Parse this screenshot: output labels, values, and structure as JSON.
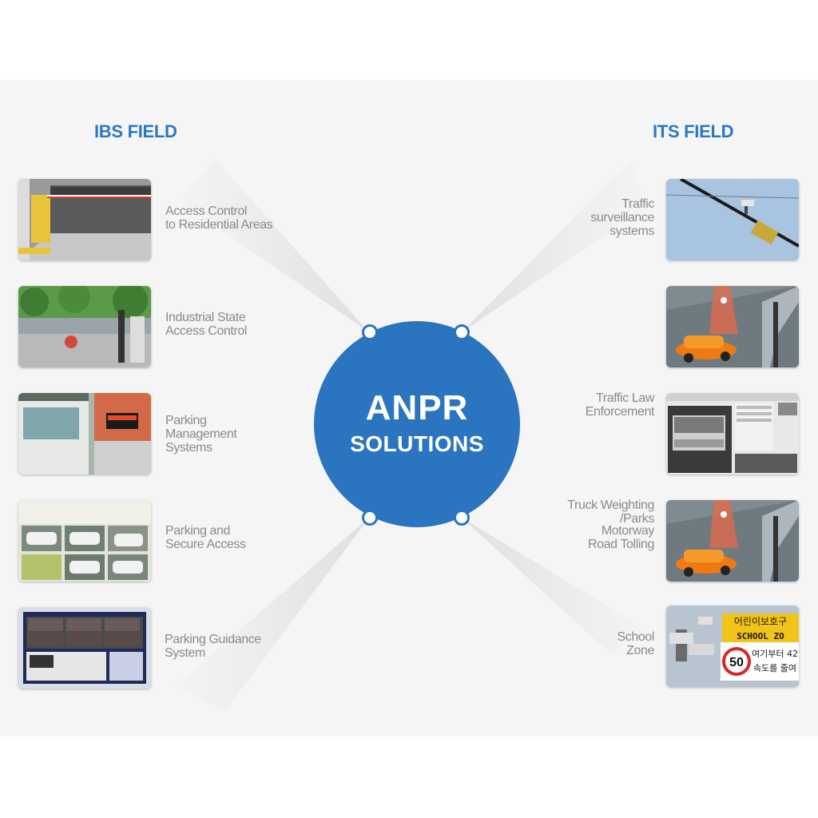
{
  "ibs_field": {
    "title": "IBS FIELD",
    "items": [
      {
        "label": "Access Control\nto Residential Areas",
        "image": "parking-barrier-gate-photo"
      },
      {
        "label": "Industrial State\nAccess Control",
        "image": "industrial-gate-photo"
      },
      {
        "label": "Parking\nManagement\nSystems",
        "image": "parking-booth-photo"
      },
      {
        "label": "Parking and\nSecure Access",
        "image": "parking-software-screens"
      },
      {
        "label": "Parking Guidance\nSystem",
        "image": "parking-guidance-monitor"
      }
    ]
  },
  "its_field": {
    "title": "ITS FIELD",
    "items": [
      {
        "label": "Traffic\nsurveillance\nsystems",
        "image": "overhead-camera-photo"
      },
      {
        "label": "Traffic Law\nEnforcement",
        "image": "orange-car-camera-beam"
      },
      {
        "label": "Truck Weighting\n/Parks",
        "image": "truck-monitor-software"
      },
      {
        "label": "Motorway\nRoad Tolling",
        "image": "orange-car-camera-beam"
      },
      {
        "label": "School\nZone",
        "image": "school-zone-sign-cameras"
      }
    ]
  },
  "hub": {
    "title": "ANPR",
    "subtitle": "SOLUTIONS"
  },
  "school_sign": {
    "line1": "어린이보호구",
    "line2": "SCHOOL ZO",
    "speed": "50",
    "line3": "여기부터 42",
    "line4": "속도를 줄여"
  },
  "colors": {
    "accent": "#2b74bf",
    "title": "#2a78c2",
    "label": "#8a8a8a",
    "panel": "#f5f5f5"
  }
}
